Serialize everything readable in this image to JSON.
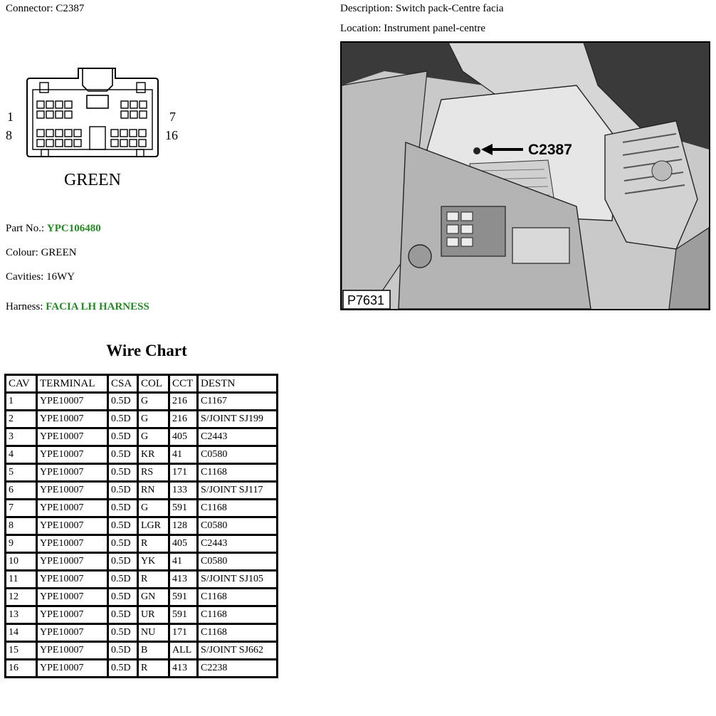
{
  "header": {
    "connector_label": "Connector:",
    "connector_value": "C2387",
    "description_label": "Description:",
    "description_value": "Switch pack-Centre facia",
    "location_label": "Location:",
    "location_value": "Instrument panel-centre"
  },
  "connector_diagram": {
    "pin_top_left": "1",
    "pin_top_right": "7",
    "pin_bottom_left": "8",
    "pin_bottom_right": "16",
    "color_label": "GREEN"
  },
  "details": {
    "part_label": "Part No.:",
    "part_value": "YPC106480",
    "colour_label": "Colour:",
    "colour_value": "GREEN",
    "cavities_label": "Cavities:",
    "cavities_value": "16WY",
    "harness_label": "Harness:",
    "harness_value": "FACIA LH HARNESS"
  },
  "photo": {
    "callout": "C2387",
    "figure_id": "P7631"
  },
  "wire_chart": {
    "title": "Wire Chart",
    "headers": [
      "CAV",
      "TERMINAL",
      "CSA",
      "COL",
      "CCT",
      "DESTN"
    ],
    "rows": [
      [
        "1",
        "YPE10007",
        "0.5D",
        "G",
        "216",
        "C1167"
      ],
      [
        "2",
        "YPE10007",
        "0.5D",
        "G",
        "216",
        "S/JOINT SJ199"
      ],
      [
        "3",
        "YPE10007",
        "0.5D",
        "G",
        "405",
        "C2443"
      ],
      [
        "4",
        "YPE10007",
        "0.5D",
        "KR",
        "41",
        "C0580"
      ],
      [
        "5",
        "YPE10007",
        "0.5D",
        "RS",
        "171",
        "C1168"
      ],
      [
        "6",
        "YPE10007",
        "0.5D",
        "RN",
        "133",
        "S/JOINT SJ117"
      ],
      [
        "7",
        "YPE10007",
        "0.5D",
        "G",
        "591",
        "C1168"
      ],
      [
        "8",
        "YPE10007",
        "0.5D",
        "LGR",
        "128",
        "C0580"
      ],
      [
        "9",
        "YPE10007",
        "0.5D",
        "R",
        "405",
        "C2443"
      ],
      [
        "10",
        "YPE10007",
        "0.5D",
        "YK",
        "41",
        "C0580"
      ],
      [
        "11",
        "YPE10007",
        "0.5D",
        "R",
        "413",
        "S/JOINT SJ105"
      ],
      [
        "12",
        "YPE10007",
        "0.5D",
        "GN",
        "591",
        "C1168"
      ],
      [
        "13",
        "YPE10007",
        "0.5D",
        "UR",
        "591",
        "C1168"
      ],
      [
        "14",
        "YPE10007",
        "0.5D",
        "NU",
        "171",
        "C1168"
      ],
      [
        "15",
        "YPE10007",
        "0.5D",
        "B",
        "ALL",
        "S/JOINT SJ662"
      ],
      [
        "16",
        "YPE10007",
        "0.5D",
        "R",
        "413",
        "C2238"
      ]
    ]
  },
  "colors": {
    "highlight_green": "#228B22"
  }
}
